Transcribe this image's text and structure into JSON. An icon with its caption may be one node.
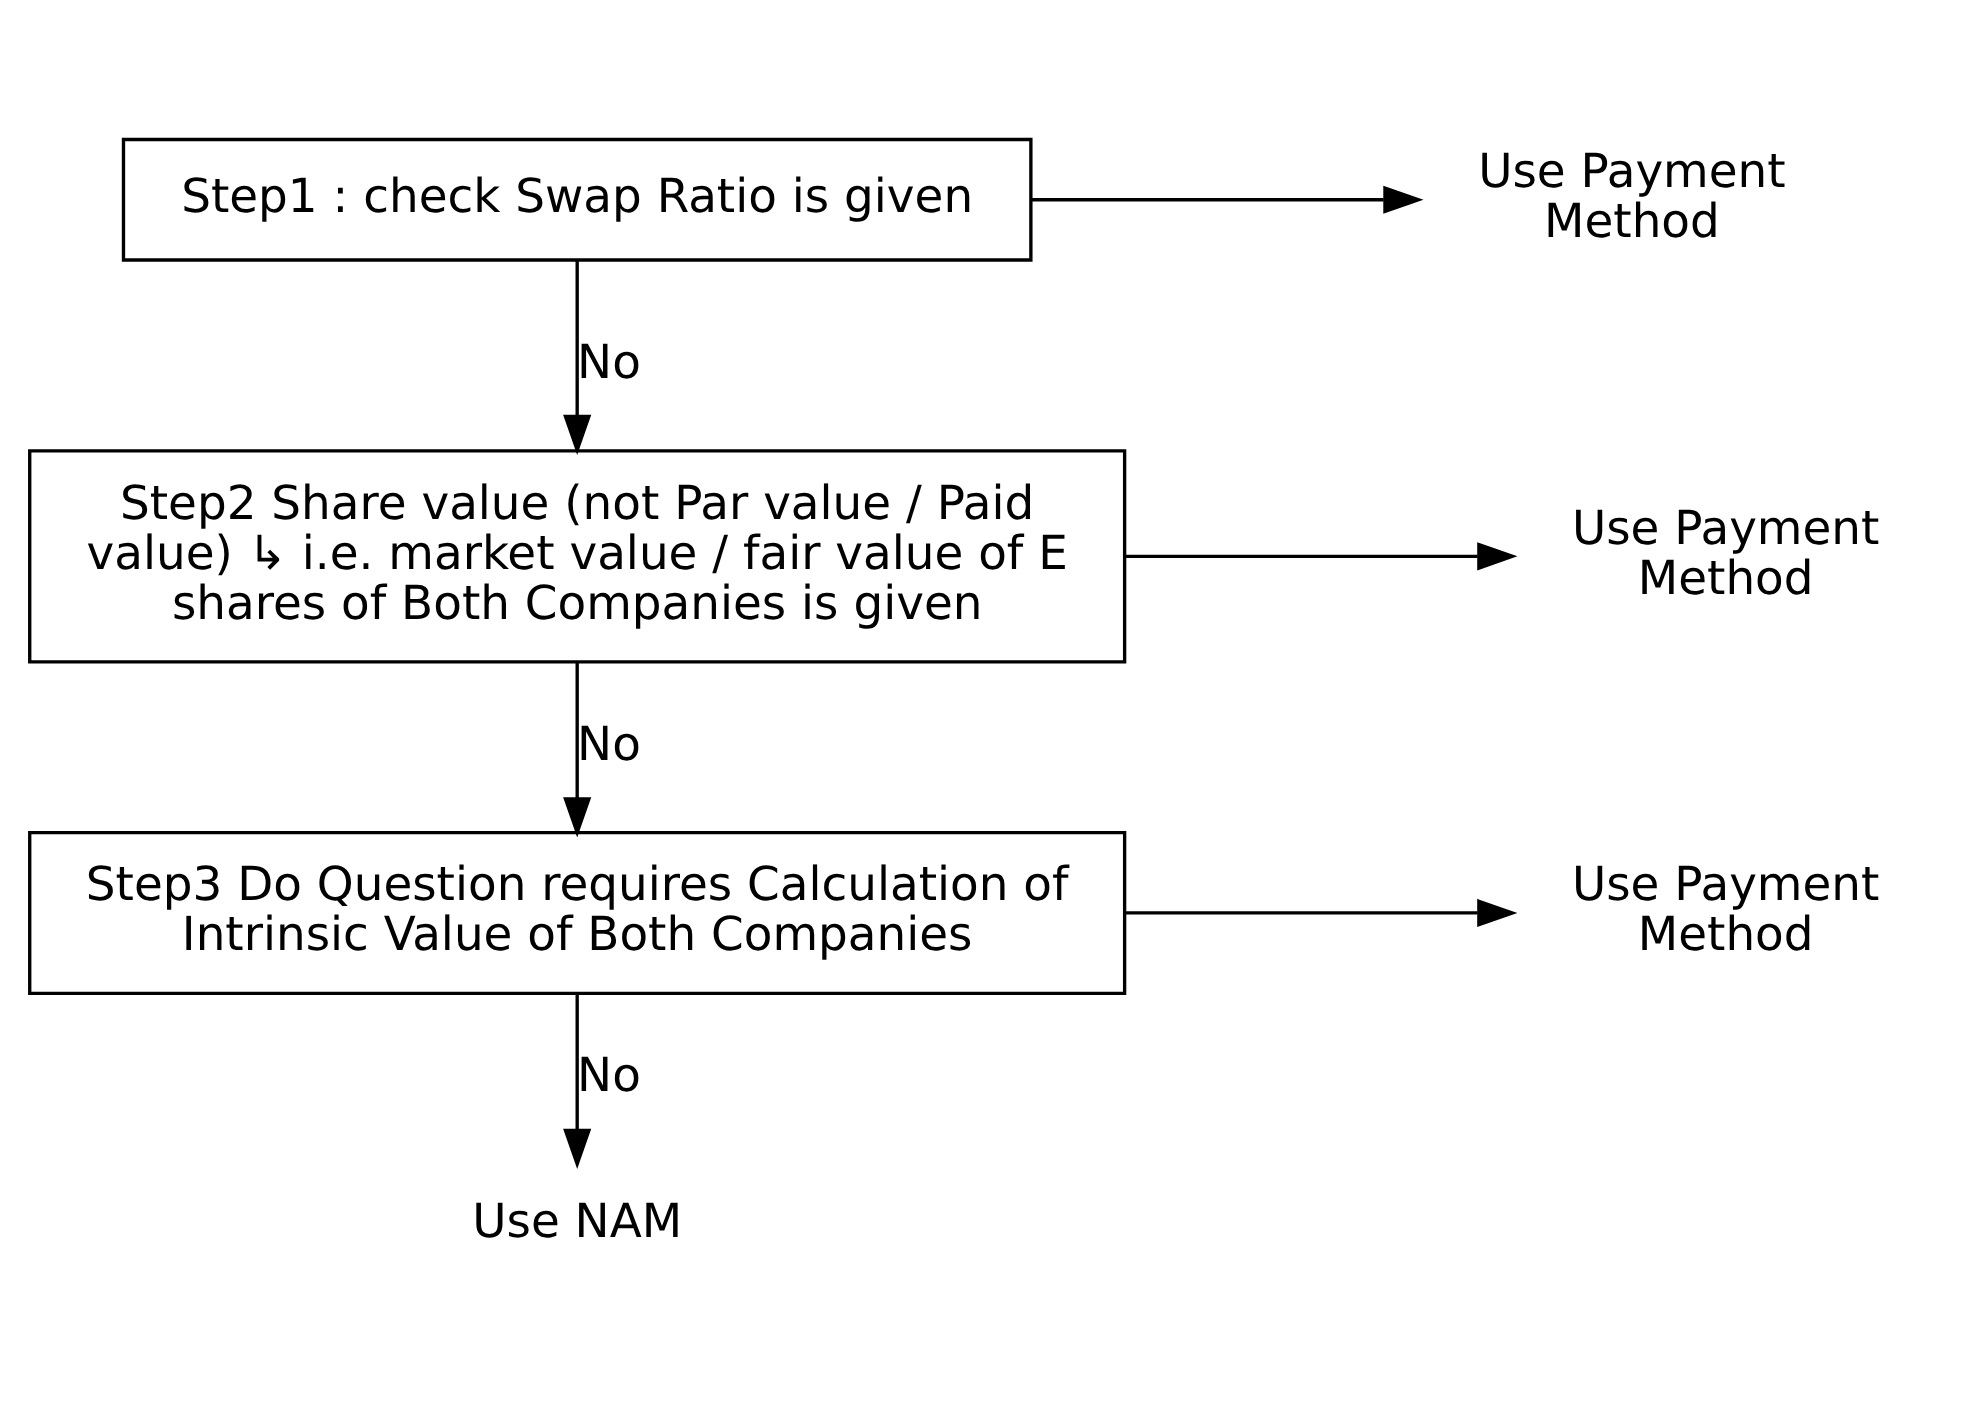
{
  "diagram": {
    "nodes": [
      {
        "text": [
          "Step1 : check Swap Ratio is given"
        ]
      },
      {
        "text": [
          "Use Payment Method"
        ]
      },
      {
        "text": [
          "Step2 Share value (not Par value / Paid value) ↳ i.e. market value / fair value of E shares of Both Companies is given"
        ]
      },
      {
        "text": [
          "Use Payment Method"
        ]
      },
      {
        "text": [
          "Step3 Do Question requires Calculation of Intrinsic Value of Both Companies"
        ]
      },
      {
        "text": [
          "Use Payment Method"
        ]
      },
      {
        "text": [
          "Use NAM"
        ]
      }
    ],
    "edges": [
      {
        "from": 0,
        "to": 1,
        "arrow": "to"
      },
      {
        "from": 0,
        "to": 2,
        "arrow": "to",
        "label": "No"
      },
      {
        "from": 2,
        "to": 3,
        "arrow": "to"
      },
      {
        "from": 2,
        "to": 4,
        "arrow": "to",
        "label": "No"
      },
      {
        "from": 4,
        "to": 5,
        "arrow": "to"
      },
      {
        "from": 4,
        "to": 6,
        "arrow": "to",
        "label": "No"
      }
    ]
  }
}
